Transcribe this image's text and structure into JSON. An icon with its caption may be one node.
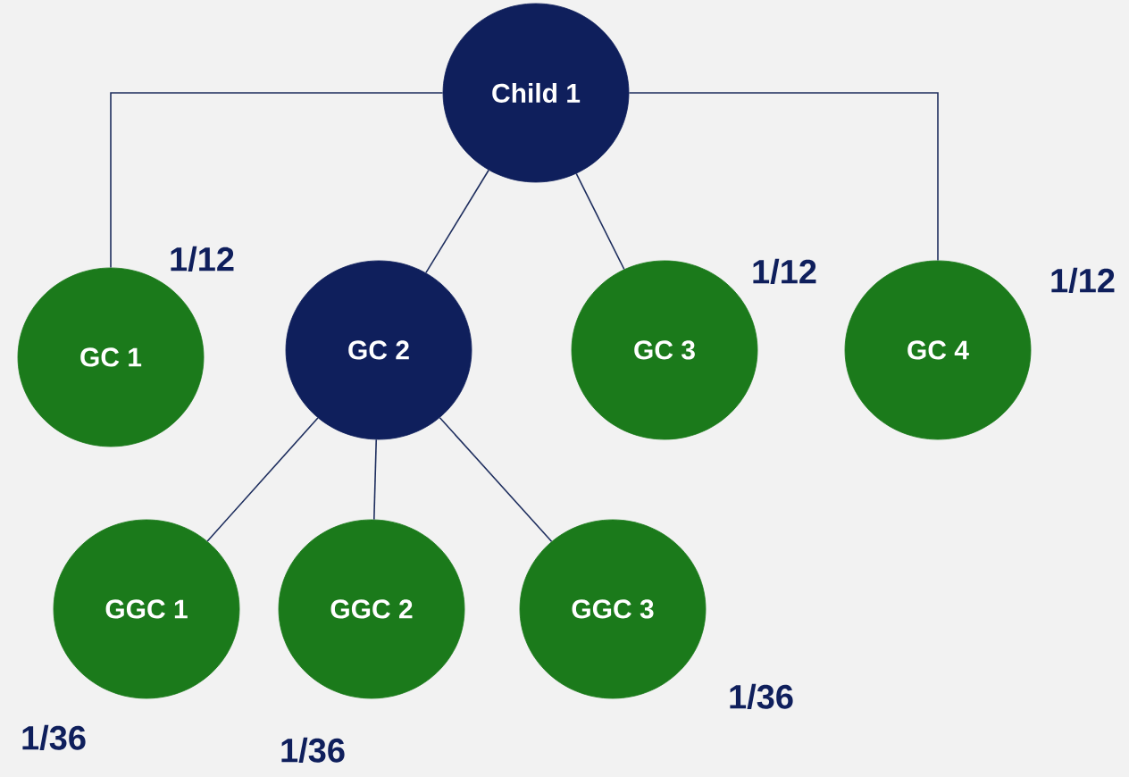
{
  "diagram": {
    "nodes": [
      {
        "text": [
          "Child 1"
        ]
      },
      {
        "text": [
          "GC 1"
        ],
        "beside": [
          "1/12"
        ]
      },
      {
        "text": [
          "GC 2"
        ]
      },
      {
        "text": [
          "GC 3"
        ],
        "beside": [
          "1/12"
        ]
      },
      {
        "text": [
          "GC 4"
        ],
        "beside": [
          "1/12"
        ]
      },
      {
        "text": [
          "GGC 1"
        ],
        "beside": [
          "1/36"
        ]
      },
      {
        "text": [
          "GGC 2"
        ],
        "beside": [
          "1/36"
        ]
      },
      {
        "text": [
          "GGC 3"
        ],
        "beside": [
          "1/36"
        ]
      }
    ],
    "edges": [
      {
        "from": 0,
        "to": 1,
        "arrow": "none"
      },
      {
        "from": 0,
        "to": 2,
        "arrow": "none"
      },
      {
        "from": 0,
        "to": 3,
        "arrow": "none"
      },
      {
        "from": 0,
        "to": 4,
        "arrow": "none"
      },
      {
        "from": 2,
        "to": 5,
        "arrow": "none"
      },
      {
        "from": 2,
        "to": 6,
        "arrow": "none"
      },
      {
        "from": 2,
        "to": 7,
        "arrow": "none"
      }
    ]
  }
}
